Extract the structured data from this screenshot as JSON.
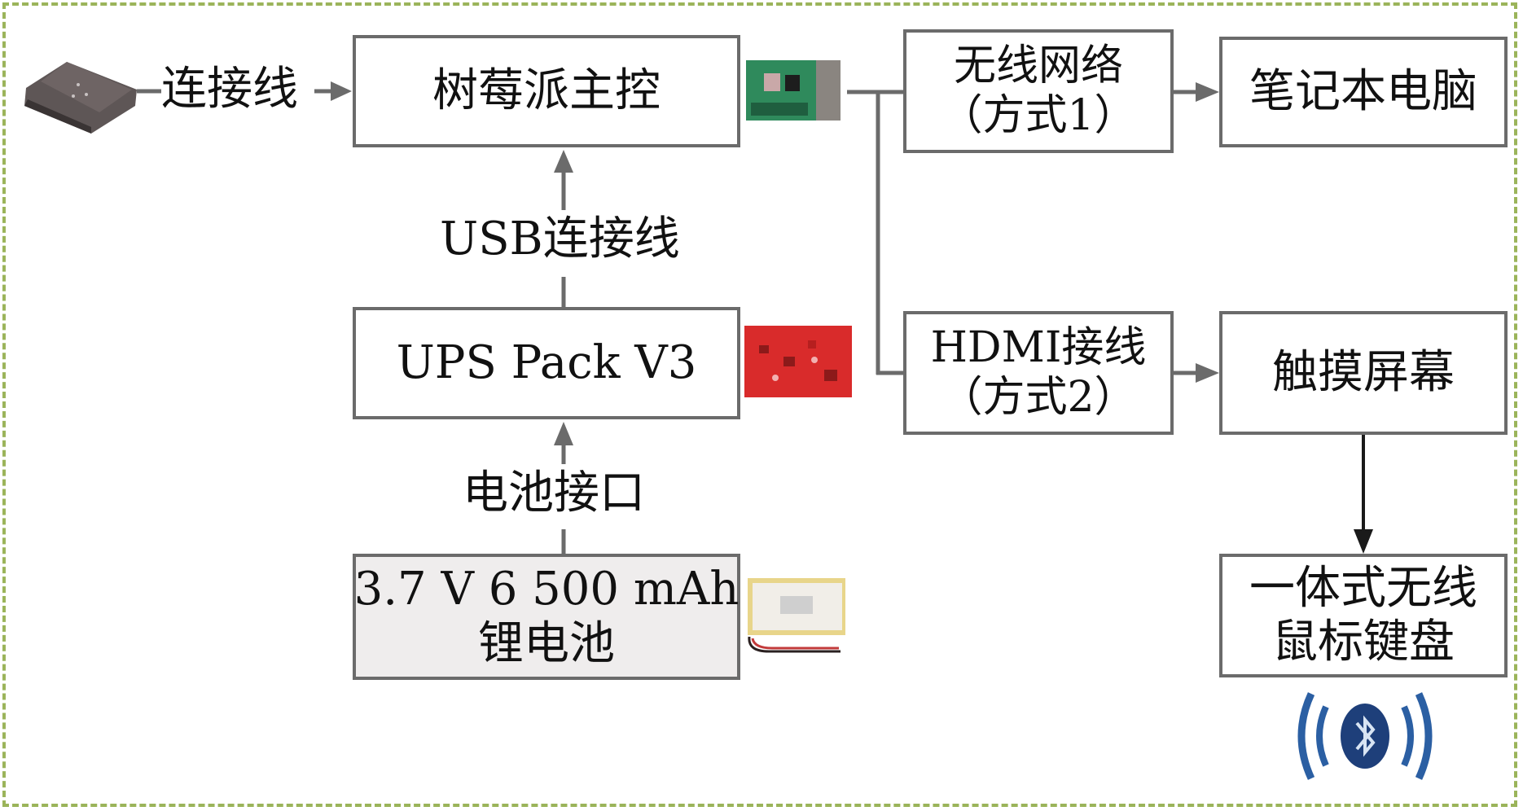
{
  "diagram": {
    "nodes": {
      "main": {
        "label": "树莓派主控"
      },
      "ups": {
        "label": "UPS Pack V3"
      },
      "battery": {
        "line1": "3.7 V 6 500 mAh",
        "line2": "锂电池"
      },
      "wireless": {
        "line1": "无线网络",
        "line2": "（方式1）"
      },
      "laptop": {
        "label": "笔记本电脑"
      },
      "hdmi": {
        "line1": "HDMI接线",
        "line2": "（方式2）"
      },
      "touch": {
        "label": "触摸屏幕"
      },
      "keyboard": {
        "line1": "一体式无线",
        "line2": "鼠标键盘"
      }
    },
    "edges": {
      "device_to_main": "连接线",
      "ups_to_main": "USB连接线",
      "battery_to_ups": "电池接口"
    },
    "images": [
      "sensor-device",
      "raspberry-pi-board",
      "ups-board",
      "lipo-battery",
      "bluetooth-symbol"
    ],
    "colors": {
      "border": "#6b6b6b",
      "frame": "#9bb45a",
      "battery_fill": "#efeded",
      "arrow_dark": "#1a1a1a"
    }
  }
}
